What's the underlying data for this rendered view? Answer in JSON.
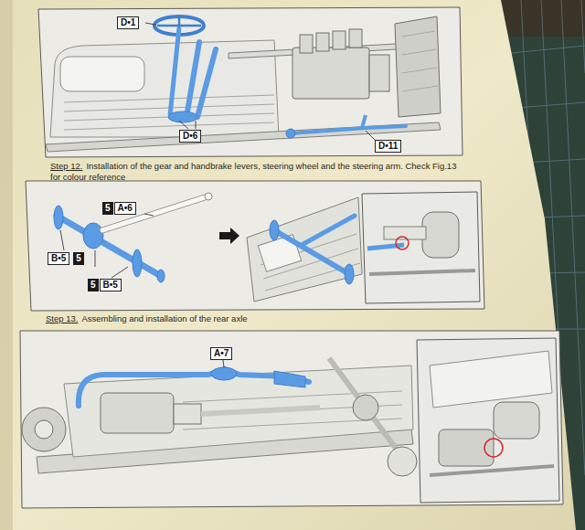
{
  "diagram": {
    "nodes": [
      {
        "text": [
          "D•1"
        ]
      },
      {
        "text": [
          "D•6"
        ]
      },
      {
        "text": [
          "D•11"
        ]
      },
      {
        "text": [
          "5"
        ]
      },
      {
        "text": [
          "A•6"
        ]
      },
      {
        "text": [
          "B•5"
        ]
      },
      {
        "text": [
          "5"
        ]
      },
      {
        "text": [
          "5"
        ]
      },
      {
        "text": [
          "B•5"
        ]
      },
      {
        "text": [
          "A•7"
        ]
      }
    ],
    "labels": [
      "Step 12.",
      "Installation of the gear and handbrake levers, steering wheel and the steering arm. Check Fig.13 for colour reference",
      "Step 13.",
      "Assembling and installation of the rear axle"
    ]
  }
}
